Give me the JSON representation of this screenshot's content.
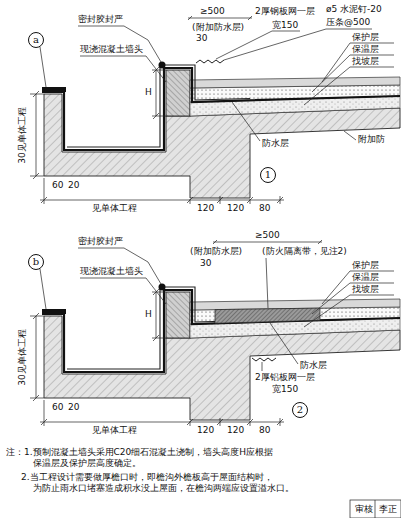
{
  "diagram": {
    "nodes": [
      {
        "text": [
          "a"
        ]
      },
      {
        "text": [
          "1"
        ]
      },
      {
        "text": [
          "b"
        ]
      },
      {
        "text": [
          "2"
        ]
      }
    ],
    "labels": [
      "密封胶封严",
      "现浇混凝土墙头",
      "≥500",
      "(附加防水层)",
      "30",
      "2厚钢板网一层",
      "宽150",
      "ø5 水泥钉-20",
      "压条@500",
      "保护层",
      "保温层",
      "找坡层",
      "H",
      "附加防",
      "防水层",
      "30见单体工程",
      "60",
      "20",
      "见单体工程",
      "120",
      "120",
      "80",
      "密封胶封严",
      "现浇混凝土墙头",
      "≥500",
      "(防火隔离带，见注2)",
      "(附加防水层)",
      "30",
      "保护层",
      "保温层",
      "找坡层",
      "H",
      "防水层",
      "2厚铝板网一层",
      "宽150",
      "30见单体工程",
      "60",
      "20",
      "见单体工程",
      "120",
      "120",
      "80",
      "注：1.预制混凝土墙头采用C20细石混凝土浇制，墙头高度H应根据 保温层及保护层高度确定。",
      "2.当工程设计需要做厚檐口时，即檐沟外檐板高于屋面结构时， 为防止雨水口堵塞造成积水没上屋面，在檐沟两端应设置溢水口。",
      "审核",
      "李正"
    ]
  }
}
